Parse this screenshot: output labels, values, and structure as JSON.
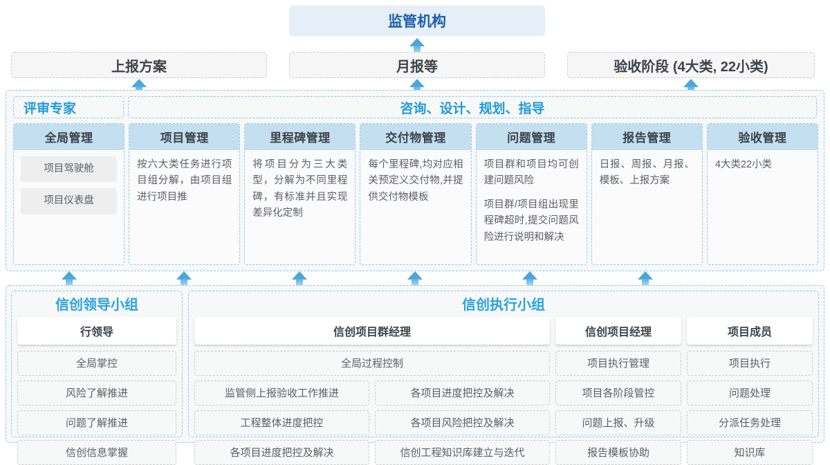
{
  "top": {
    "regulator": "监管机构",
    "channels": [
      {
        "label": "上报方案"
      },
      {
        "label": "月报等"
      },
      {
        "label": "验收阶段 (4大类, 22小类)"
      }
    ]
  },
  "middle": {
    "band_expert": "评审专家",
    "band_consult": "咨询、设计、规划、指导",
    "cards": [
      {
        "title": "全局管理",
        "pills": [
          "项目驾驶舱",
          "项目仪表盘"
        ],
        "paragraphs": []
      },
      {
        "title": "项目管理",
        "pills": [],
        "paragraphs": [
          "按六大类任务进行项目组分解，由项目组进行项目推"
        ]
      },
      {
        "title": "里程碑管理",
        "pills": [],
        "paragraphs": [
          "将项目分为三大类型，分解为不同里程碑，有标准并且实现差异化定制"
        ]
      },
      {
        "title": "交付物管理",
        "pills": [],
        "paragraphs": [
          "每个里程碑,均对应相关预定义交付物,并提供交付物模板"
        ]
      },
      {
        "title": "问题管理",
        "pills": [],
        "paragraphs": [
          "项目群和项目均可创建问题风险",
          "项目群/项目组出现里程碑超时,提交问题风险进行说明和解决"
        ]
      },
      {
        "title": "报告管理",
        "pills": [],
        "paragraphs": [
          "日报、周报、月报、模板、上报方案"
        ]
      },
      {
        "title": "验收管理",
        "pills": [],
        "paragraphs": [
          "4大类22小类"
        ]
      }
    ]
  },
  "bottom": {
    "leader_group": {
      "title": "信创领导小组",
      "head": "行领导",
      "items": [
        "全局掌控",
        "风险了解推进",
        "问题了解推进",
        "信创信息掌握"
      ]
    },
    "exec_group": {
      "title": "信创执行小组",
      "program_manager": {
        "head": "信创项目群经理",
        "full_width_item": "全局过程控制",
        "left_items": [
          "监管侧上报验收工作推进",
          "工程整体进度把控",
          "各项目进度把控及解决"
        ],
        "right_items": [
          "各项目进度把控及解决",
          "各项目风险把控及解决",
          "信创工程知识库建立与迭代"
        ]
      },
      "project_manager": {
        "head": "信创项目经理",
        "items": [
          "项目执行管理",
          "项目各阶段管控",
          "问题上报、升级",
          "报告模板协助"
        ]
      },
      "project_member": {
        "head": "项目成员",
        "items": [
          "项目执行",
          "问题处理",
          "分派任务处理",
          "知识库"
        ]
      }
    }
  },
  "colors": {
    "accent_blue": "#2ba3de",
    "deep_blue": "#1b5faa",
    "card_head": "#c3dff0",
    "panel_bg": "#f7f8f8",
    "arrow": "#4aa6dc"
  }
}
